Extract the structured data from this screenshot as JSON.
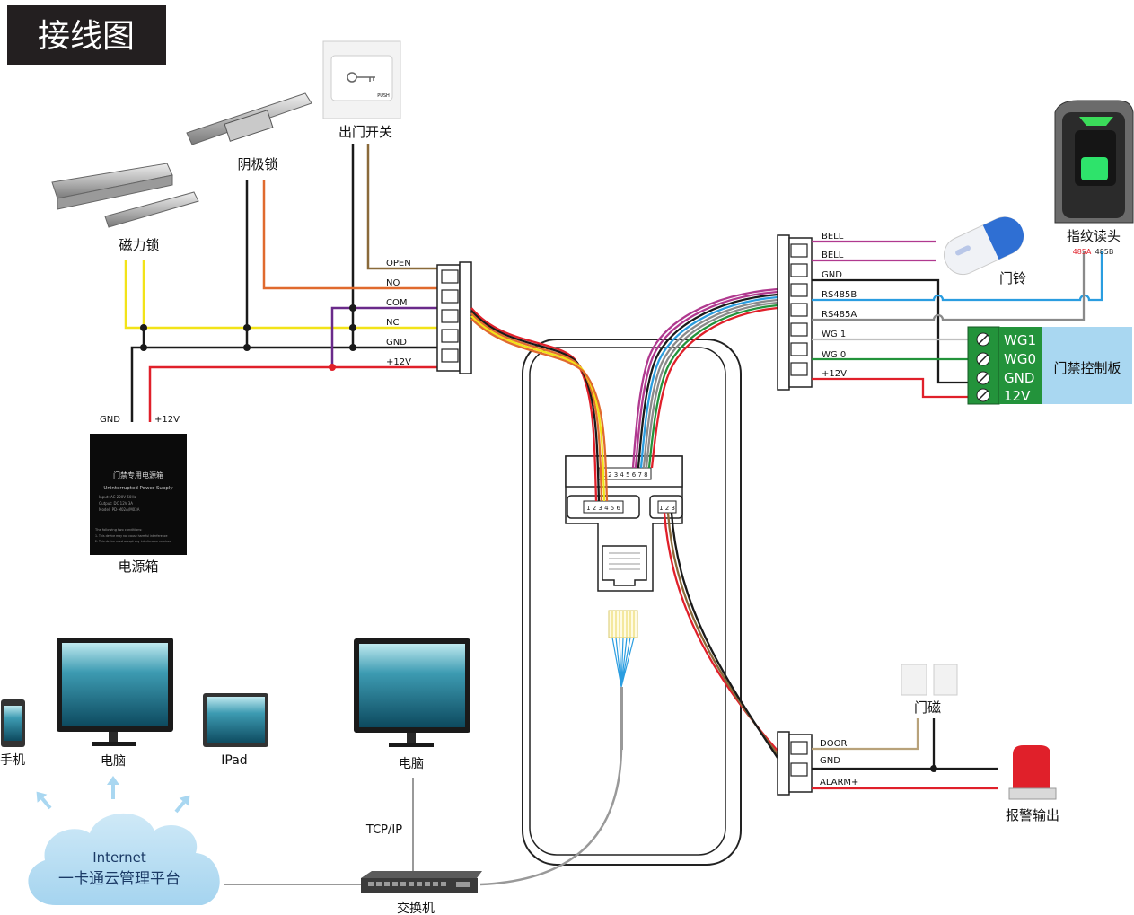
{
  "title": "接线图",
  "devices": {
    "magnetic_lock": "磁力锁",
    "strike_lock": "阴极锁",
    "exit_button": "出门开关",
    "exit_button_text": "PUSH",
    "power_supply": "电源箱",
    "power_supply_panel": {
      "title": "门禁专用电源箱",
      "subtitle": "Uninterrupted Power Supply",
      "input": "Input: AC 220V 50Hz",
      "output": "Output: DC 12V 3A",
      "model": "Model: PD-M02A/M03A",
      "notice": "The following two conditions:",
      "line1": "1. This device may not cause harmful interference",
      "line2": "2. This device must accept any interference received"
    },
    "doorbell": "门铃",
    "fingerprint_reader": "指纹读头",
    "access_board": "门禁控制板",
    "door_sensor": "门磁",
    "alarm_output": "报警输出",
    "phone": "手机",
    "computer_left": "电脑",
    "ipad": "IPad",
    "computer_right": "电脑",
    "switch": "交换机",
    "cloud_line1": "Internet",
    "cloud_line2": "一卡通云管理平台",
    "tcpip": "TCP/IP"
  },
  "left_connector": [
    "OPEN",
    "NO",
    "COM",
    "NC",
    "GND",
    "+12V"
  ],
  "psu_terminals": {
    "gnd": "GND",
    "v12": "+12V"
  },
  "right_connector": [
    "BELL",
    "BELL",
    "GND",
    "RS485B",
    "RS485A",
    "WG 1",
    "WG 0",
    "+12V"
  ],
  "fp_labels": {
    "a": "485A",
    "b": "485B"
  },
  "board_terminals": [
    "WG1",
    "WG0",
    "GND",
    "12V"
  ],
  "bottom_connector": [
    "DOOR",
    "GND",
    "ALARM+"
  ],
  "reader_ports": {
    "top": "1 2 3 4 5 6 7 8",
    "left": "1 2 3 4 5 6",
    "right": "1 2 3"
  },
  "colors": {
    "yellow": "#f2e318",
    "black": "#1a1a1a",
    "red": "#e0202a",
    "orange": "#e06a2e",
    "purple": "#6a2a8a",
    "brown": "#8a6a3a",
    "magenta": "#b0398f",
    "blue": "#2a9de0",
    "gray": "#8a8a8a",
    "green": "#23933b",
    "tan": "#b8a27a",
    "board_blue": "#a9d7f1"
  }
}
